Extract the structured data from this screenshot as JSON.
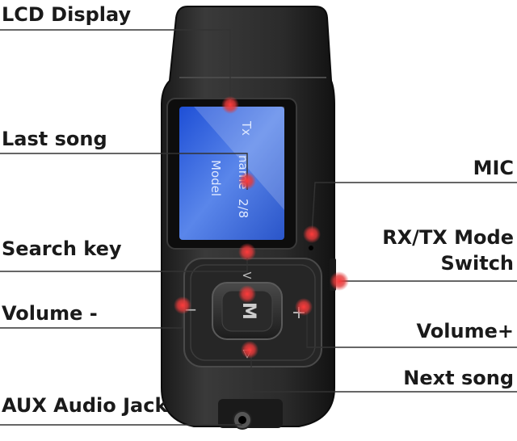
{
  "device": {
    "screen_lines": [
      "Tx",
      "name",
      "2/8",
      "Model"
    ],
    "mode_button_letter": "M",
    "prev_symbol": "<",
    "next_symbol": "▽",
    "vol_minus_symbol": "−",
    "vol_plus_symbol": "+"
  },
  "labels": {
    "lcd_display": "LCD Display",
    "last_song": "Last song",
    "search_key": "Search key",
    "volume_minus": "Volume -",
    "aux_audio_jack": "AUX Audio Jack",
    "mic": "MIC",
    "rxtx_line1": "RX/TX Mode",
    "rxtx_line2": "Switch",
    "volume_plus": "Volume+",
    "next_song": "Next song"
  },
  "colors": {
    "body": "#2b2b2b",
    "body_edge": "#111111",
    "screen": "#3a66d9",
    "marker": "#e23a3a",
    "leader": "#333333"
  }
}
